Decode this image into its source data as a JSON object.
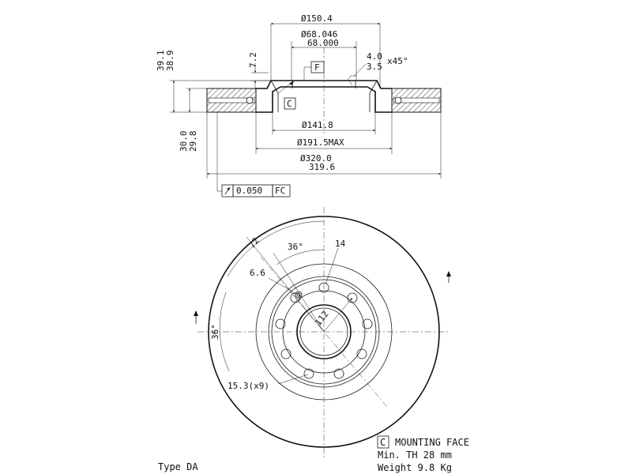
{
  "section": {
    "dia_150_4": "Ø150.4",
    "dia_68_046": "Ø68.046",
    "dia_68_000": "68.000",
    "ref_f": "F",
    "chamfer_a": "4.0",
    "chamfer_b": "3.5",
    "chamfer_angle": "x45°",
    "h_39_1": "39.1",
    "h_38_9": "38.9",
    "h_7_2": "7.2",
    "ref_c": "C",
    "dia_141_8": "Ø141.8",
    "dia_191_5": "Ø191.5MAX",
    "dia_320_0": "Ø320.0",
    "dia_319_6": "319.6",
    "th_30_0": "30.0",
    "th_29_8": "29.8",
    "runout_value": "0.050",
    "runout_ref": "FC"
  },
  "front": {
    "angle_72": "72",
    "angle_36_top": "36°",
    "hole_14": "14",
    "hole_6_6": "6.6",
    "pcd_112": "112",
    "angle_36_left": "36°",
    "bolt_holes": "15.3(x9)"
  },
  "notes": {
    "c_box": "C",
    "mounting_face": "MOUNTING FACE",
    "min_th": "Min. TH 28 mm",
    "weight": "Weight 9.8 Kg",
    "type": "Type DA"
  }
}
